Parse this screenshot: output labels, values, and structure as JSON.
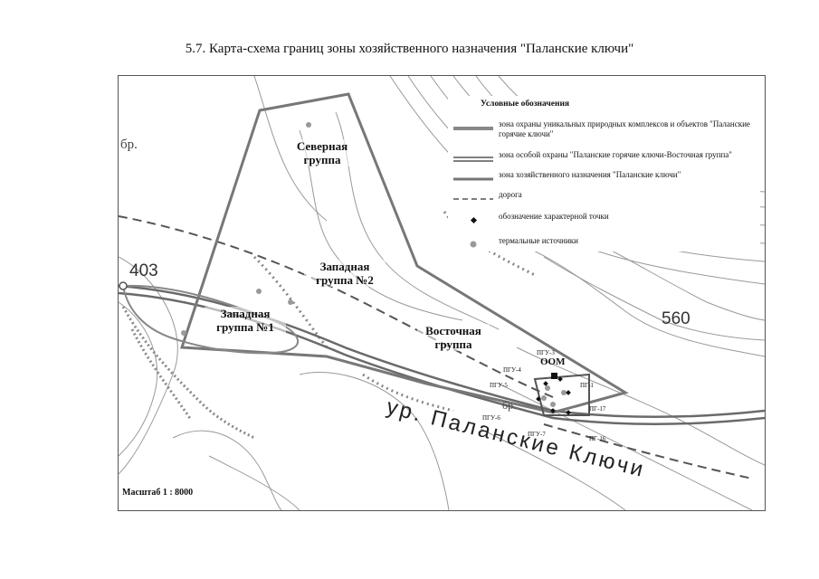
{
  "title": "5.7. Карта-схема границ зоны хозяйственного назначения \"Паланские ключи\"",
  "legend": {
    "title": "Условные обозначения",
    "items": [
      {
        "symbol": "thick-gray-line",
        "text": "зона охраны уникальных природных комплексов и объектов \"Паланские горячие ключи\""
      },
      {
        "symbol": "double-line",
        "text": "зона особой охраны \"Паланские горячие ключи-Восточная группа\""
      },
      {
        "symbol": "medium-line",
        "text": "зона хозяйственного назначения \"Паланские ключи\""
      },
      {
        "symbol": "dashed-line",
        "text": "дорога"
      },
      {
        "symbol": "diamond-point",
        "text": "обозначение характерной точки"
      },
      {
        "symbol": "gray-dot",
        "text": "термальные источники"
      }
    ]
  },
  "zones": {
    "north": [
      "Северная",
      "группа"
    ],
    "west2": [
      "Западная",
      "группа №2"
    ],
    "west1": [
      "Западная",
      "группа №1"
    ],
    "east": [
      "Восточная",
      "группа"
    ]
  },
  "elevations": {
    "left": "403",
    "right": "560"
  },
  "place_name": "ур. Паланские Ключи",
  "map_texts": {
    "br_top": "бр.",
    "br_bottom": "бр.",
    "oom": "ООМ"
  },
  "points": [
    "ПГУ-3",
    "ПГУ-4",
    "ПГУ-5",
    "ПГУ-6",
    "ПГУ-7",
    "ПГ-1",
    "ПГ-17",
    "ПГ-16"
  ],
  "scale": "Масштаб 1 : 8000",
  "colors": {
    "contour": "#888888",
    "boundary": "#7a7a7a",
    "hatch": "#9a9a9a",
    "road": "#555555"
  }
}
